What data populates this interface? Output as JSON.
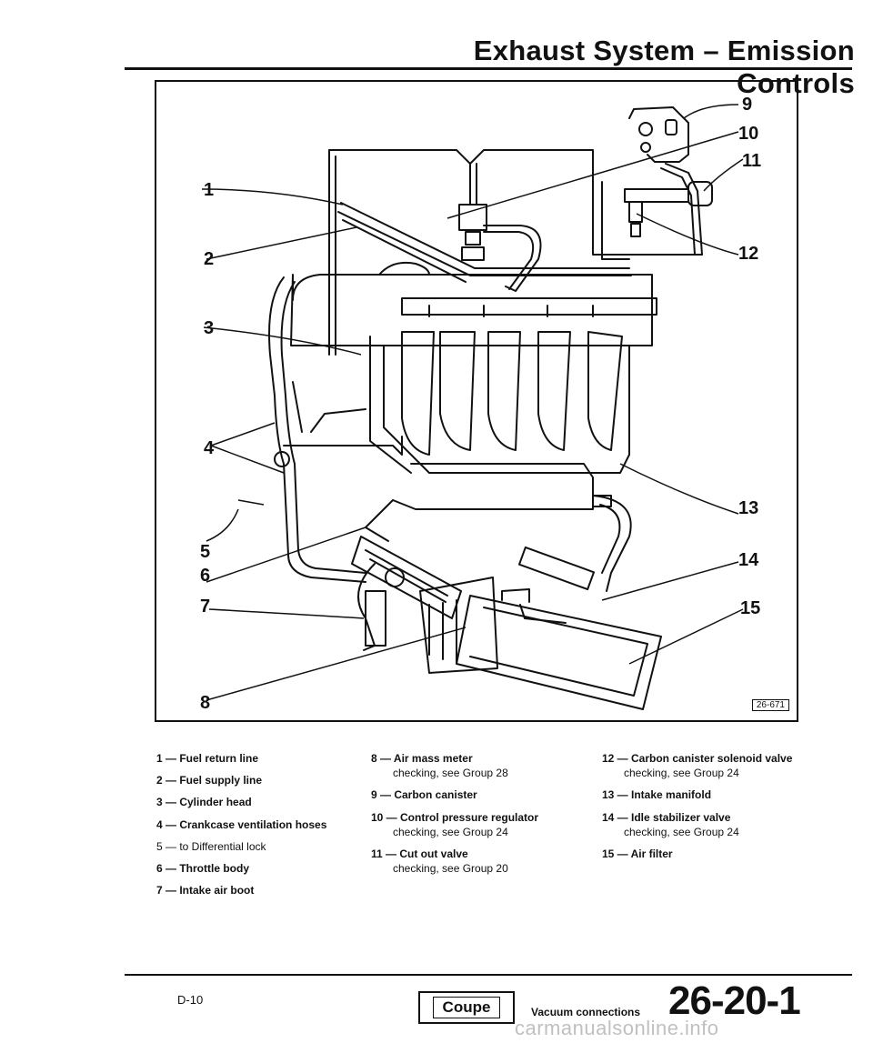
{
  "header": {
    "title": "Exhaust System – Emission Controls"
  },
  "figure": {
    "code": "26-671",
    "callouts": [
      "1",
      "2",
      "3",
      "4",
      "5",
      "6",
      "7",
      "8",
      "9",
      "10",
      "11",
      "12",
      "13",
      "14",
      "15"
    ]
  },
  "legend": {
    "col1": [
      {
        "label": "1 — Fuel return line",
        "note": ""
      },
      {
        "label": "2 — Fuel supply line",
        "note": ""
      },
      {
        "label": "3 — Cylinder head",
        "note": ""
      },
      {
        "label": "4 — Crankcase ventilation hoses",
        "note": ""
      },
      {
        "label": "5 — to Differential lock",
        "note": ""
      },
      {
        "label": "6 — Throttle body",
        "note": ""
      },
      {
        "label": "7 — Intake air boot",
        "note": ""
      }
    ],
    "col2": [
      {
        "label": "8 — Air mass meter",
        "note": "checking, see Group 28"
      },
      {
        "label": "9 — Carbon canister",
        "note": ""
      },
      {
        "label": "10 — Control pressure regulator",
        "note": "checking, see Group 24"
      },
      {
        "label": "11 — Cut out valve",
        "note": "checking, see Group 20"
      }
    ],
    "col3": [
      {
        "label": "12 — Carbon canister solenoid valve",
        "note": "checking, see Group 24"
      },
      {
        "label": "13 — Intake manifold",
        "note": ""
      },
      {
        "label": "14 — Idle stabilizer valve",
        "note": "checking, see Group 24"
      },
      {
        "label": "15 — Air filter",
        "note": ""
      }
    ]
  },
  "footer": {
    "left_code": "D-10",
    "model": "Coupe",
    "section": "Vacuum connections",
    "page": "26-20-1",
    "watermark": "carmanualsonline.info"
  }
}
